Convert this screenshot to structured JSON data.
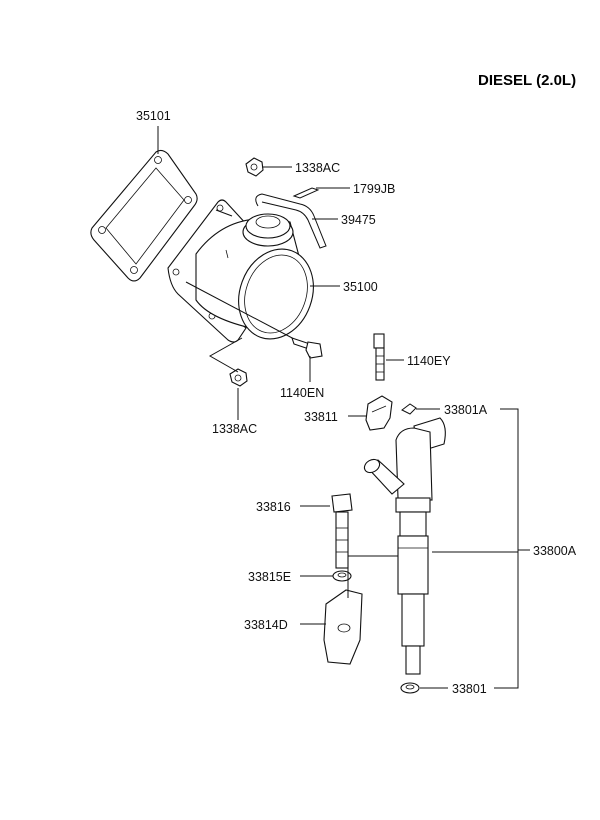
{
  "header": {
    "title": "DIESEL (2.0L)"
  },
  "labels": {
    "p35101": "35101",
    "p1338ac_top": "1338AC",
    "p1799jb": "1799JB",
    "p39475": "39475",
    "p35100": "35100",
    "p1140en": "1140EN",
    "p1338ac_bottom": "1338AC",
    "p1140ey": "1140EY",
    "p33811": "33811",
    "p33801a": "33801A",
    "p33816": "33816",
    "p33800a": "33800A",
    "p33815e": "33815E",
    "p33814d": "33814D",
    "p33801": "33801"
  }
}
